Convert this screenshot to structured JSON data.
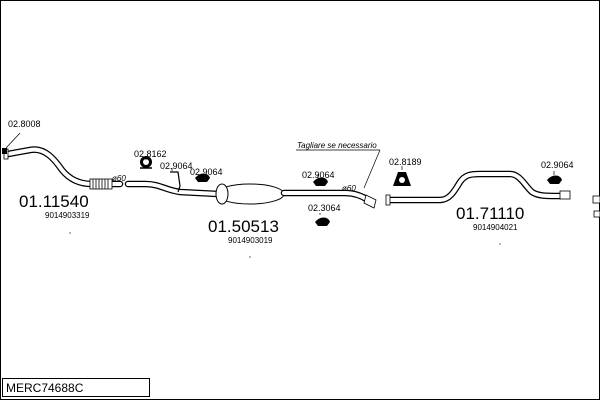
{
  "diagram": {
    "model_code": "MERC74688C",
    "note": "Tagliare se necessario",
    "parts": [
      {
        "code": "01.11540",
        "ref": "9014903319"
      },
      {
        "code": "01.50513",
        "ref": "9014903019"
      },
      {
        "code": "01.71110",
        "ref": "9014904021"
      }
    ],
    "fittings": {
      "c1": "02.8008",
      "c2": "02.8162",
      "c3": "02.9064",
      "c4": "02.9064",
      "c5": "02.9064",
      "c6": "02.3064",
      "c7": "02.8189",
      "c8": "02.9064"
    },
    "diameters": {
      "d1": "ø60",
      "d2": "ø60"
    }
  }
}
